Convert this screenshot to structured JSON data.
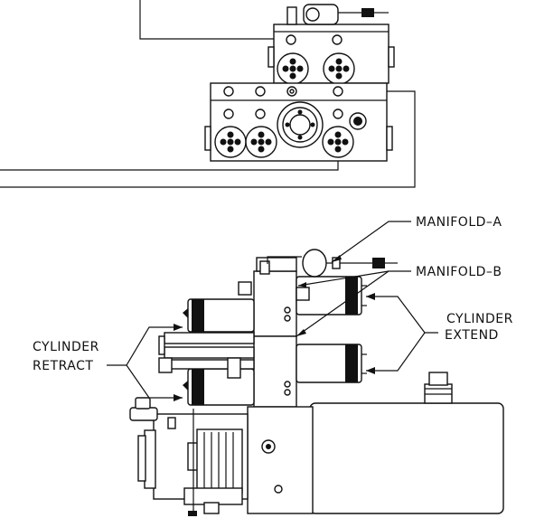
{
  "labels": {
    "manifold_a": "MANIFOLD–A",
    "manifold_b": "MANIFOLD–B",
    "cylinder_extend_line1": "CYLINDER",
    "cylinder_extend_line2": "EXTEND",
    "cylinder_retract_line1": "CYLINDER",
    "cylinder_retract_line2": "RETRACT"
  },
  "colors": {
    "ink": "#111111",
    "paper": "#ffffff"
  }
}
